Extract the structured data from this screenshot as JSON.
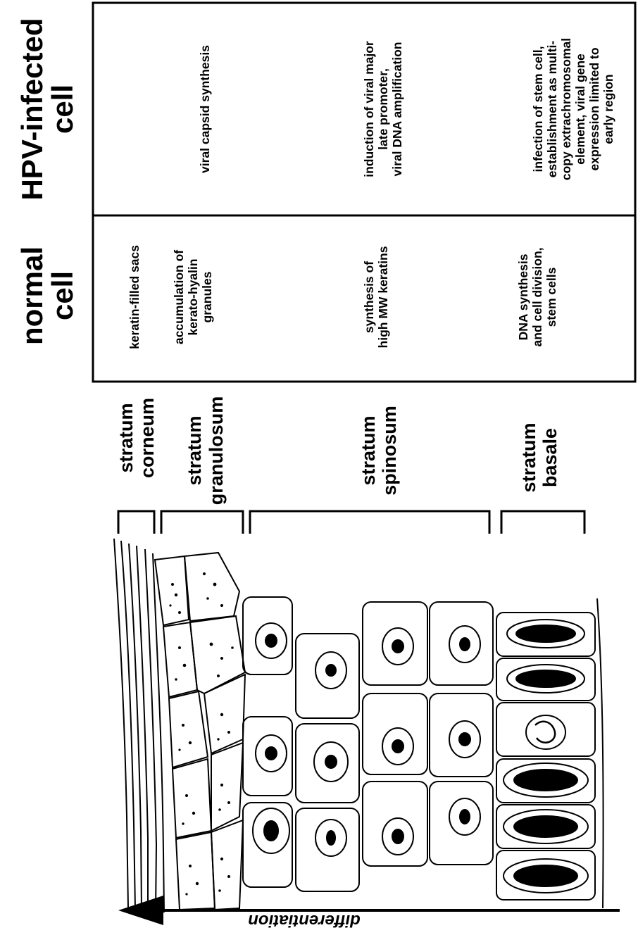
{
  "headers": {
    "hpv_line1": "HPV-infected",
    "hpv_line2": "cell",
    "normal_line1": "normal",
    "normal_line2": "cell"
  },
  "strata": [
    {
      "line1": "stratum",
      "line2": "corneum"
    },
    {
      "line1": "stratum",
      "line2": "granulosum"
    },
    {
      "line1": "stratum",
      "line2": "spinosum"
    },
    {
      "line1": "stratum",
      "line2": "basale"
    }
  ],
  "normal_cell": [
    [
      "keratin-filled sacs"
    ],
    [
      "accumulation of",
      "kerato-hyalin",
      "granules"
    ],
    [
      "synthesis of",
      "high MW keratins"
    ],
    [
      "DNA synthesis",
      "and cell division,",
      "stem cells"
    ]
  ],
  "hpv_cell": [
    [
      "viral capsid synthesis"
    ],
    [
      "induction of viral major",
      "late promoter,",
      "viral DNA amplification"
    ],
    [
      "infection of stem cell,",
      "establishment as multi-",
      "copy extrachromosomal",
      "element, viral gene",
      "expression limited to",
      "early region"
    ]
  ],
  "arrow_label": "differentiation"
}
